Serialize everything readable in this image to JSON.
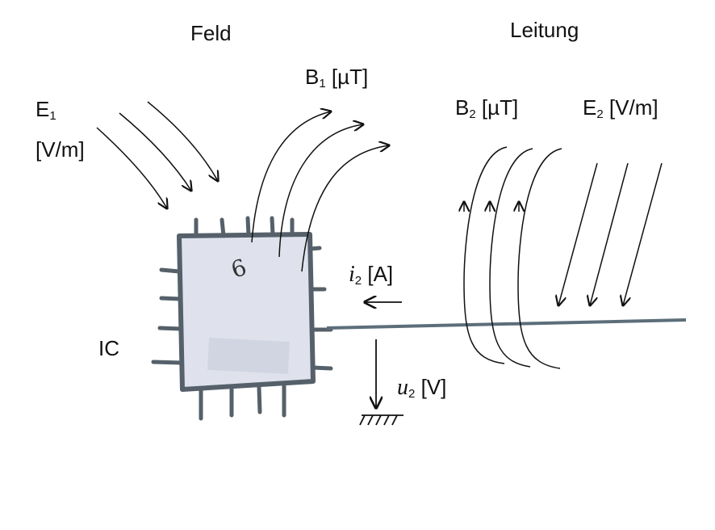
{
  "labels": {
    "feld": "Feld",
    "leitung": "Leitung",
    "e1": {
      "base": "E",
      "sub": "1",
      "unit": "[V/m]"
    },
    "b1": {
      "base": "B",
      "sub": "1",
      "unit": "[µT]"
    },
    "b2": {
      "base": "B",
      "sub": "2",
      "unit": "[µT]"
    },
    "e2": {
      "base": "E",
      "sub": "2",
      "unit": "[V/m]"
    },
    "i2": {
      "base": "i",
      "sub": "2",
      "unit": "[A]"
    },
    "u2": {
      "base": "u",
      "sub": "2",
      "unit": "[V]"
    },
    "ic": "IC",
    "chip_mark": "6"
  },
  "colors": {
    "ink": "#111111",
    "wire": "#5c6e7a",
    "chip_fill": "#dfe2ec",
    "chip_border": "#55606a"
  }
}
